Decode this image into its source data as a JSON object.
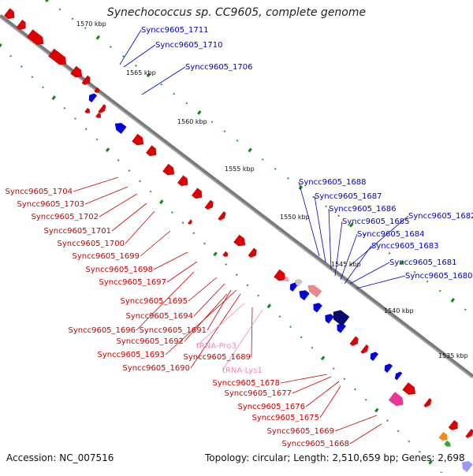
{
  "title": "Synechococcus sp. CC9605, complete genome",
  "footer": {
    "accession": "Accession: NC_007516",
    "topology": "Topology: circular; Length: 2,510,659 bp; Genes: 2,698"
  },
  "colors": {
    "forward_gene": "#e00000",
    "reverse_gene": "#0000e0",
    "backbone": "#808080",
    "scale_tick_major": "#118811",
    "scale_dot": "#2a9a2a",
    "trna": "#ee88bb",
    "label_forward": "#cc0000",
    "label_reverse": "#0000cc"
  },
  "scale_labels": [
    "1570 kbp",
    "1565 kbp",
    "1560 kbp",
    "1555 kbp",
    "1550 kbp",
    "1545 kbp",
    "1540 kbp",
    "1535 kbp"
  ],
  "labels": {
    "reverse": [
      "Syncc9605_1711",
      "Syncc9605_1710",
      "Syncc9605_1706",
      "Syncc9605_1688",
      "Syncc9605_1687",
      "Syncc9605_1686",
      "Syncc9605_1685",
      "Syncc9605_1684",
      "Syncc9605_1683",
      "Syncc9605_1682",
      "Syncc9605_1681",
      "Syncc9605_1680"
    ],
    "forward": [
      "Syncc9605_1704",
      "Syncc9605_1703",
      "Syncc9605_1702",
      "Syncc9605_1701",
      "Syncc9605_1700",
      "Syncc9605_1699",
      "Syncc9605_1698",
      "Syncc9605_1697",
      "Syncc9605_1695",
      "Syncc9605_1694",
      "Syncc9605_1696",
      "Syncc9605_1691",
      "Syncc9605_1692",
      "Syncc9605_1693",
      "Syncc9605_1689",
      "Syncc9605_1690",
      "Syncc9605_1678",
      "Syncc9605_1677",
      "Syncc9605_1676",
      "Syncc9605_1675",
      "Syncc9605_1669",
      "Syncc9605_1668"
    ],
    "trna": [
      "tRNA-Pro3",
      "tRNA-Lys1"
    ]
  }
}
